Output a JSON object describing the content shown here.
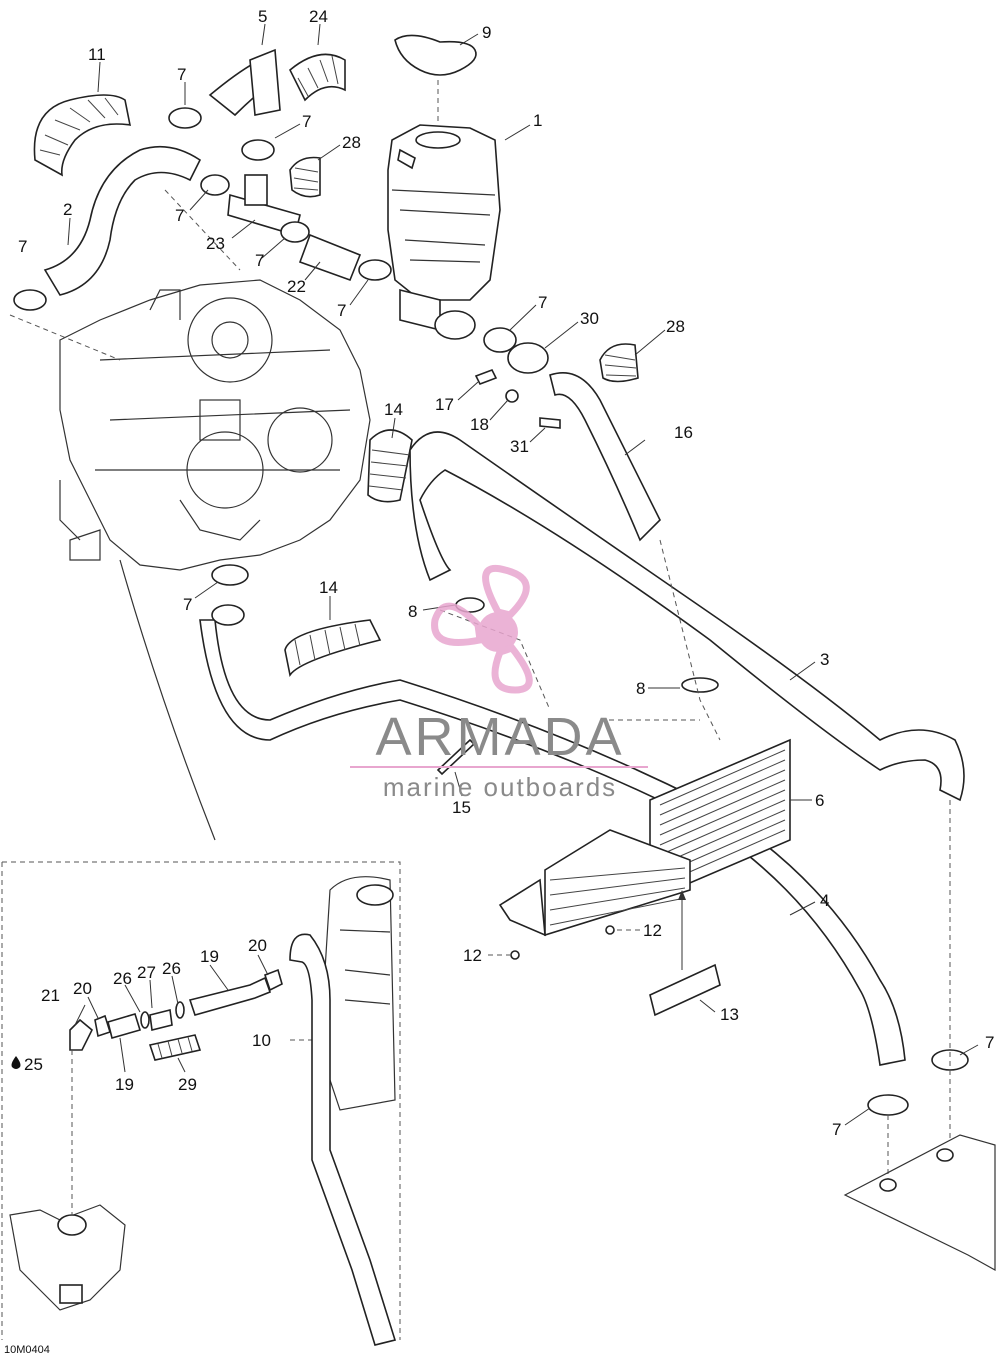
{
  "diagram": {
    "drawing_code": "10M0404",
    "watermark": {
      "brand": "ARMADA",
      "tagline": "marine outboards",
      "brand_color": "#8a8a8a",
      "logo_color": "#e8a6cf"
    },
    "callouts": [
      "1",
      "2",
      "3",
      "4",
      "5",
      "6",
      "7",
      "8",
      "9",
      "10",
      "11",
      "12",
      "13",
      "14",
      "15",
      "16",
      "17",
      "18",
      "19",
      "20",
      "21",
      "22",
      "23",
      "24",
      "25",
      "26",
      "27",
      "28",
      "29",
      "30",
      "31"
    ]
  }
}
